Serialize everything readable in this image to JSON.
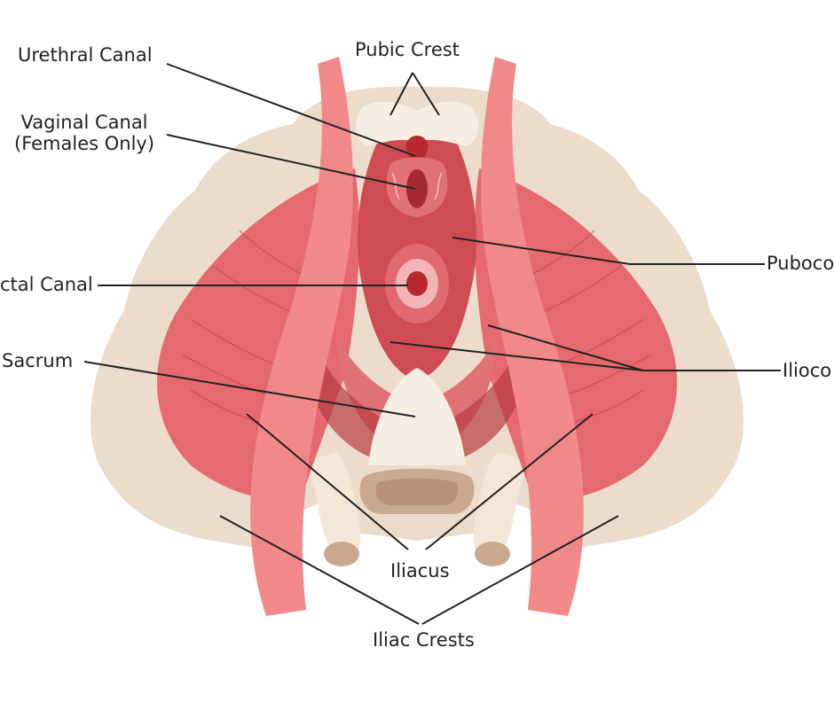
{
  "diagram": {
    "labels": {
      "pubic_crest": "Pubic Crest",
      "urethral_canal": "Urethral Canal",
      "vaginal_canal_line1": "Vaginal Canal",
      "vaginal_canal_line2": "(Females Only)",
      "rectal_canal": "ctal Canal",
      "pubococcygeus": "Puboco",
      "sacrum": "Sacrum",
      "iliococcygeus": "Ilioco",
      "iliacus": "Iliacus",
      "iliac_crests": "Iliac Crests"
    },
    "colors": {
      "bone": "#ebdccc",
      "bone_light": "#f6eee2",
      "muscle": "#e87c7c",
      "muscle_dark": "#c9424a",
      "muscle_pink": "#f1888a",
      "canal_inner": "#b8282f",
      "sacrum_tip": "#c9a98f",
      "leader_line": "#222222"
    }
  }
}
